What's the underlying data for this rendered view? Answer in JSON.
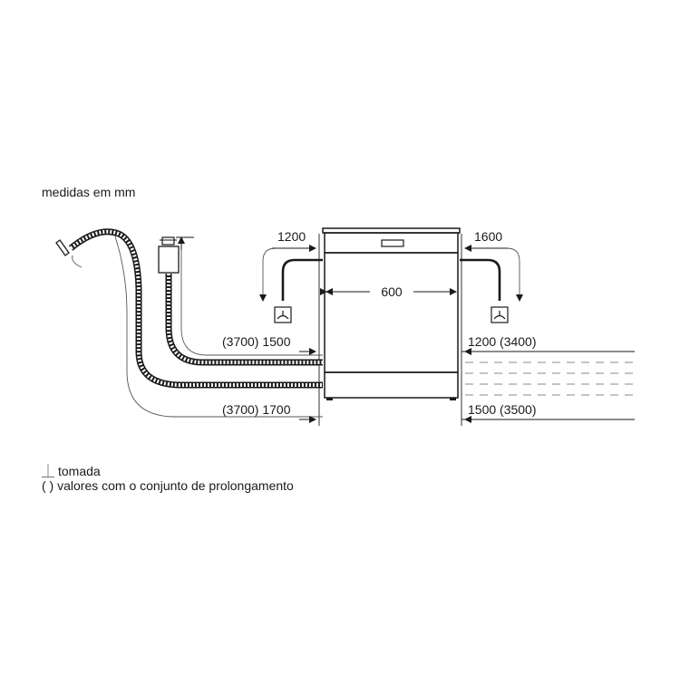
{
  "units_note": "medidas em mm",
  "dimensions": {
    "left_top": "1200",
    "right_top": "1600",
    "width": "600",
    "left_mid": "(3700) 1500",
    "right_mid": "1200 (3400)",
    "left_low": "(3700) 1700",
    "right_low": "1500 (3500)"
  },
  "legend": {
    "socket_symbol": "⏊",
    "socket_label": "tomada",
    "paren_symbol": "( )",
    "paren_label": "valores com o conjunto de prolongamento"
  },
  "colors": {
    "line": "#1a1a1a",
    "thin": "#555555",
    "dashed": "#888888"
  }
}
